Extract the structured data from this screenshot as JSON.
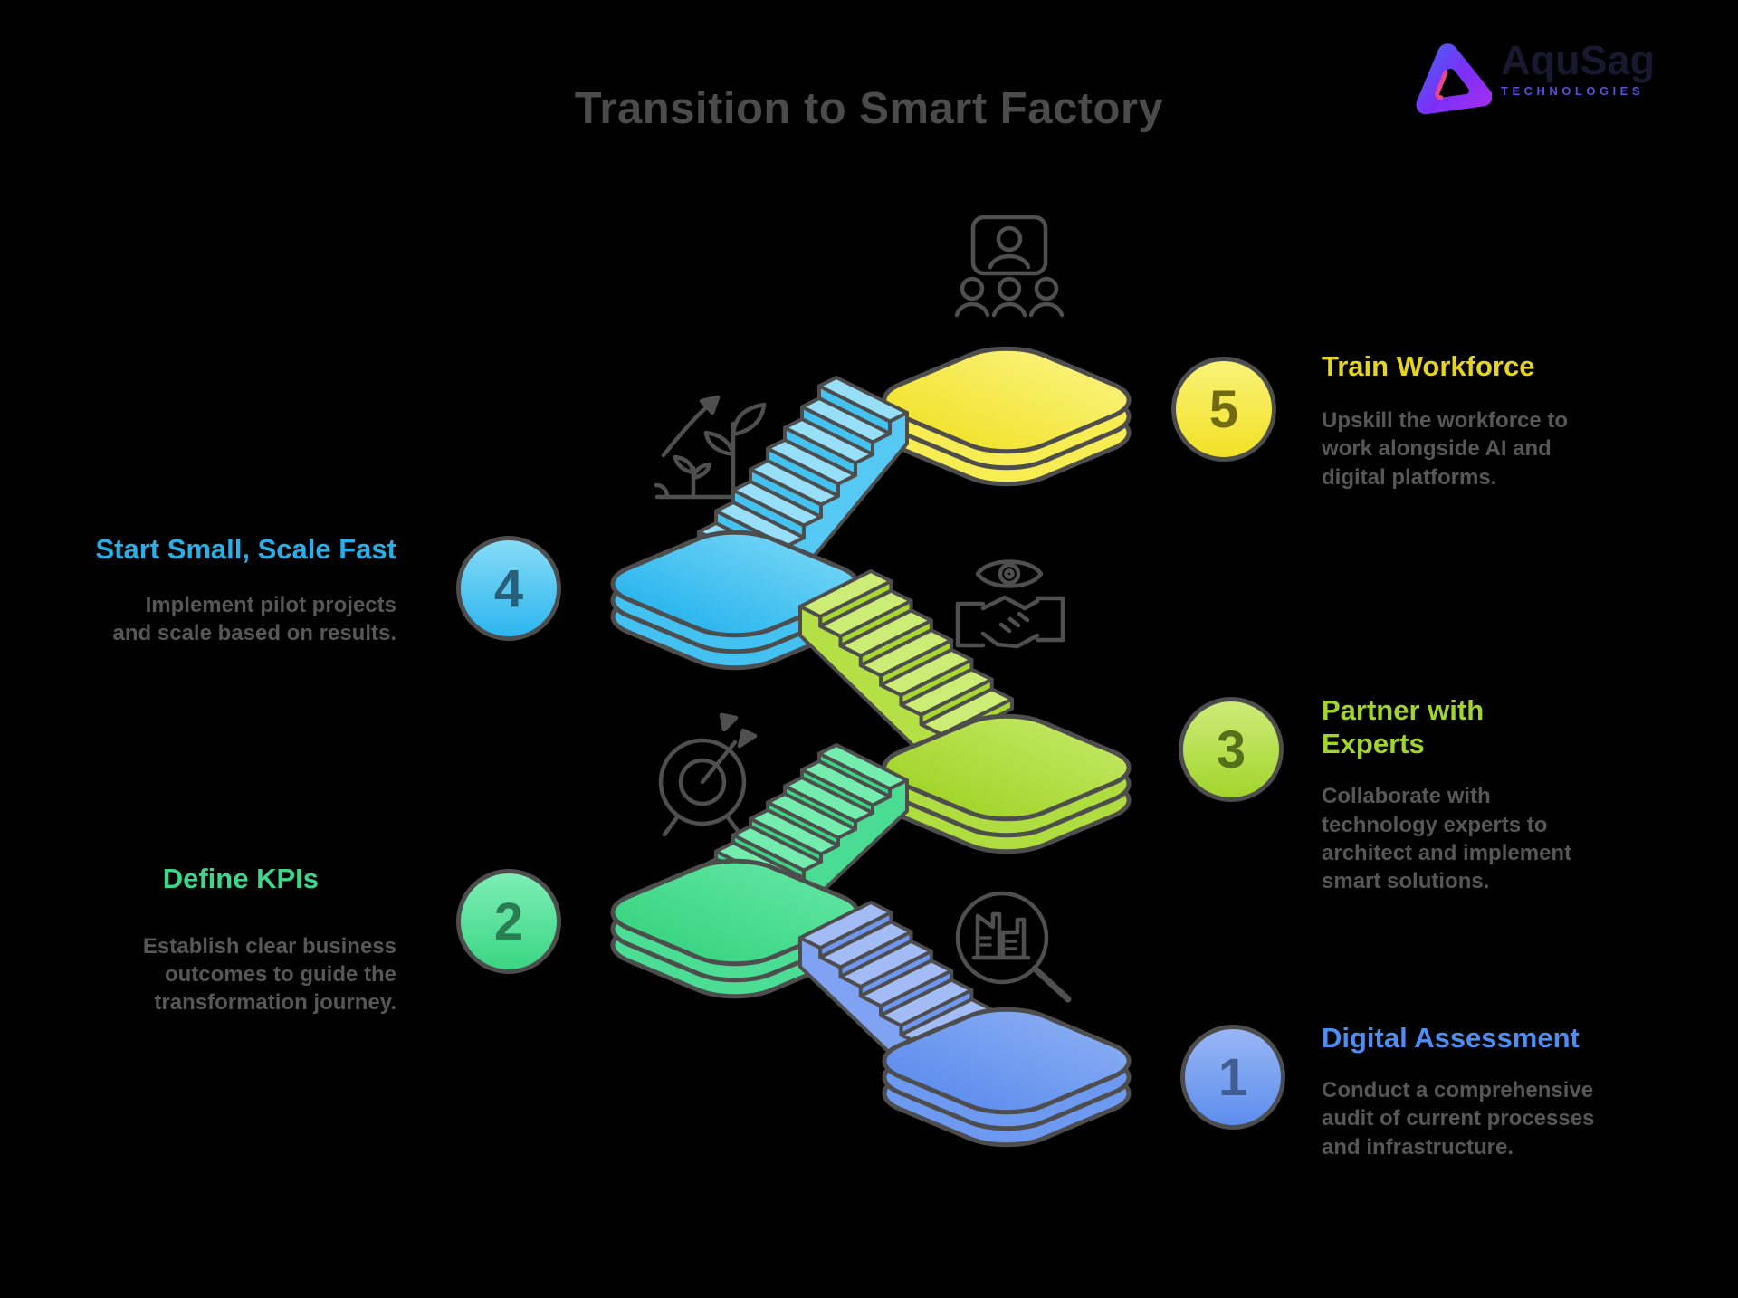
{
  "header": {
    "title": "Transition to Smart Factory"
  },
  "logo": {
    "name": "AquSag",
    "subtitle": "TECHNOLOGIES"
  },
  "steps": [
    {
      "number": "1",
      "title": "Digital Assessment",
      "description": "Conduct a comprehensive audit of current processes and infrastructure.",
      "accent_color": "#4e8ef0",
      "platform_color": "#5d8eed",
      "icon": "magnifier-factory-icon",
      "side": "right"
    },
    {
      "number": "2",
      "title": "Define KPIs",
      "description": "Establish clear business outcomes to guide the transformation journey.",
      "accent_color": "#3cd788",
      "platform_color": "#3bd584",
      "icon": "target-icon",
      "side": "left"
    },
    {
      "number": "3",
      "title": "Partner with Experts",
      "description": "Collaborate with technology experts to architect and implement smart solutions.",
      "accent_color": "#a2d52c",
      "platform_color": "#a3d52c",
      "icon": "eye-handshake-icon",
      "side": "right"
    },
    {
      "number": "4",
      "title": "Start Small, Scale Fast",
      "description": "Implement pilot projects and scale based on results.",
      "accent_color": "#2aaee8",
      "platform_color": "#2db6ee",
      "icon": "growth-icon",
      "side": "left"
    },
    {
      "number": "5",
      "title": "Train Workforce",
      "description": "Upskill the workforce to work alongside AI and digital platforms.",
      "accent_color": "#e6d520",
      "platform_color": "#f2e230",
      "icon": "training-icon",
      "side": "right"
    }
  ],
  "palette": {
    "outline": "#4d4d4d",
    "background": "#000000",
    "yellow": "#f2e230",
    "cyan": "#2db6ee",
    "lime": "#a3d52c",
    "green": "#3bd584",
    "blue": "#5d8eed",
    "title_gray": "#4b4b4b",
    "body_gray": "#575757",
    "logo_purple": "#5a4fe0"
  }
}
